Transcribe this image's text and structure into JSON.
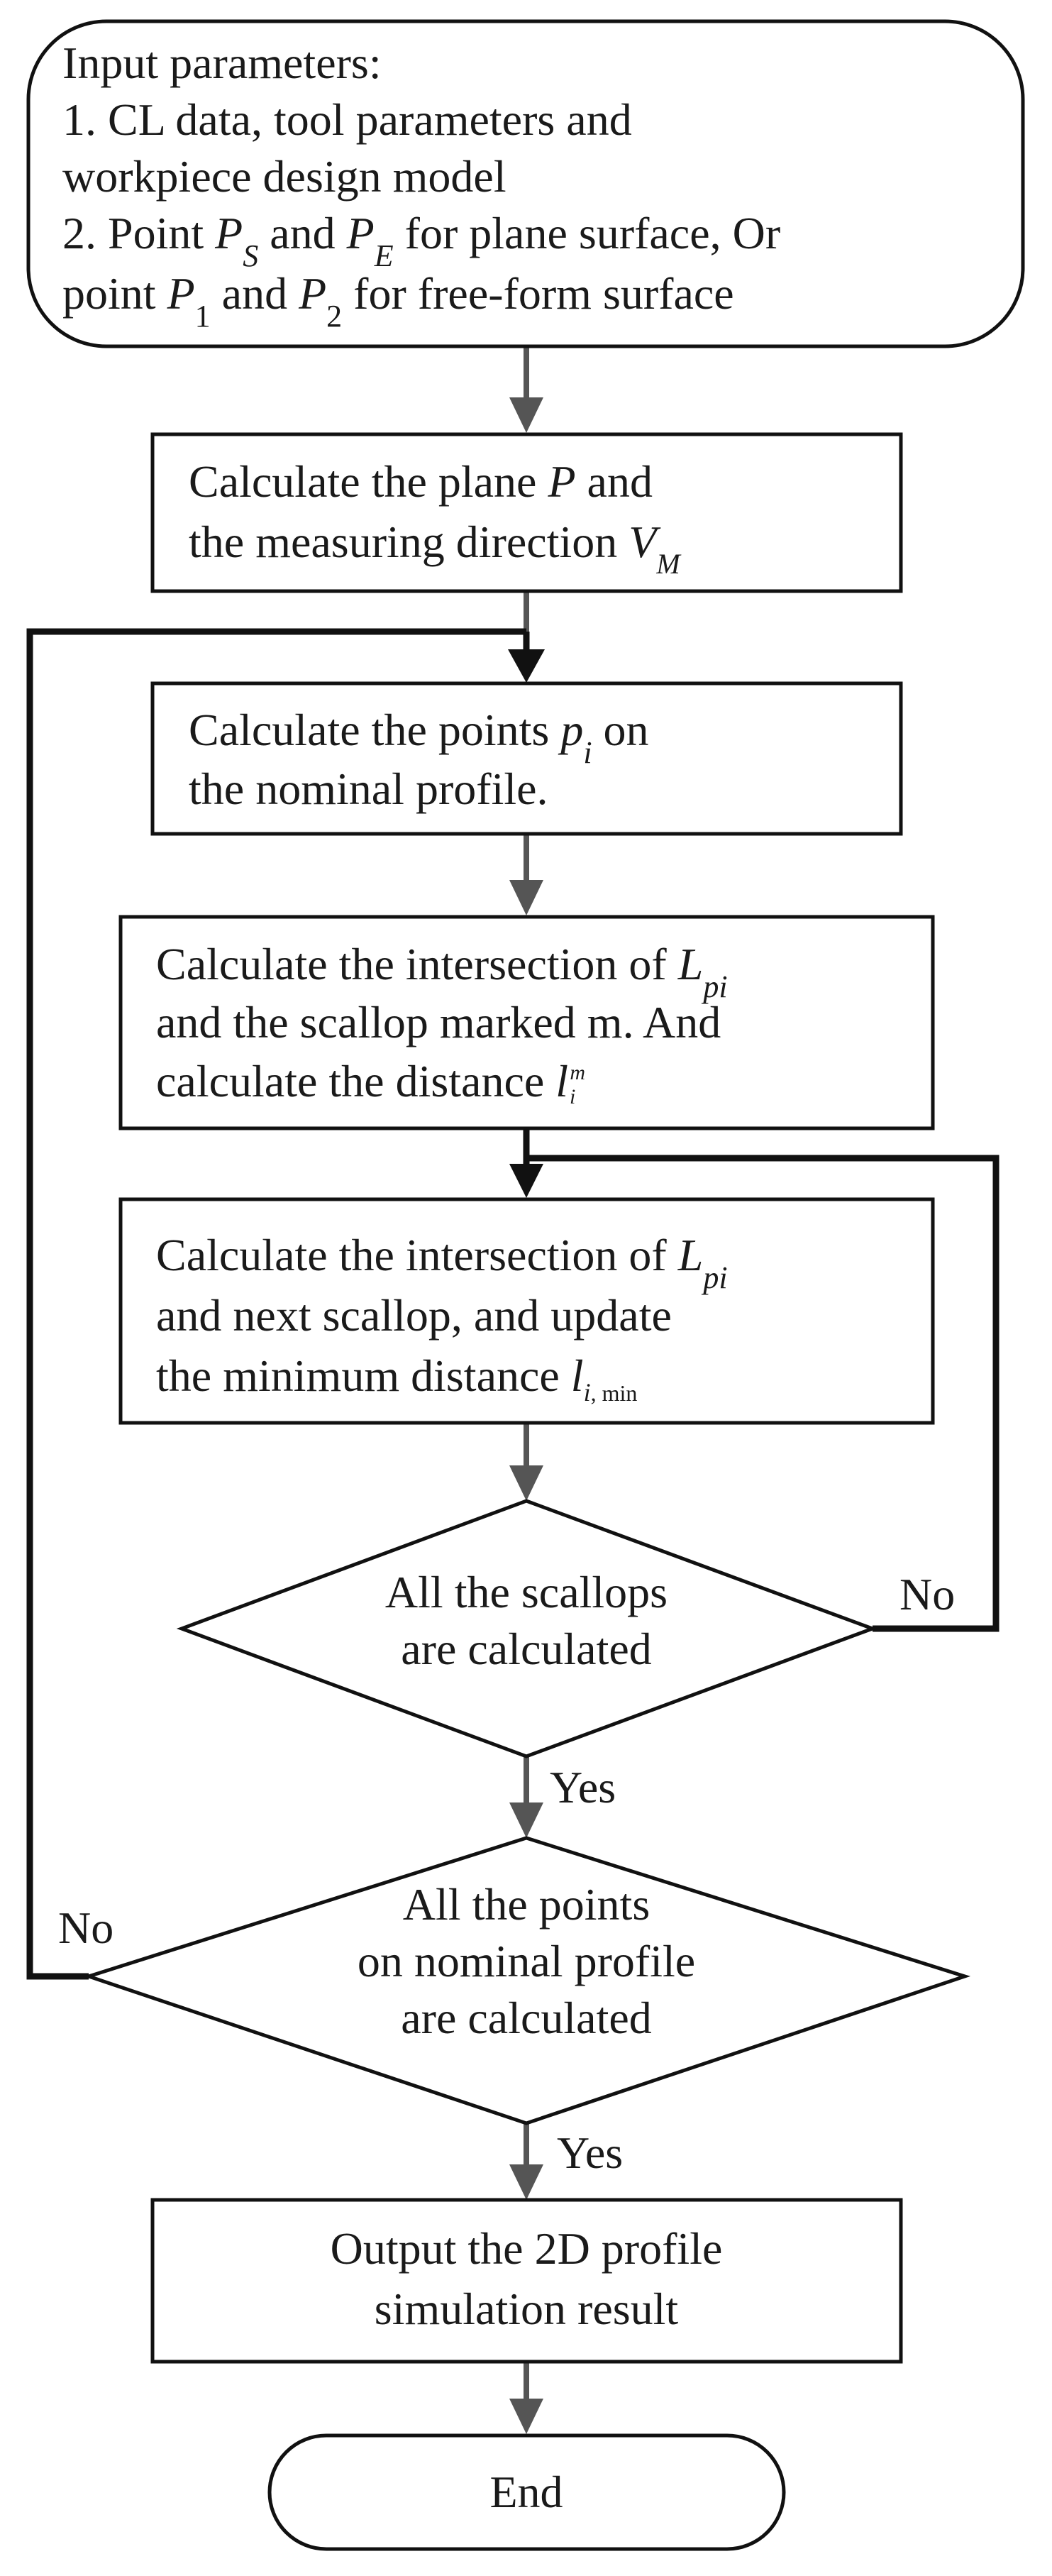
{
  "nodes": {
    "input": {
      "line1": "Input parameters:",
      "line2": "1. CL data, tool parameters and",
      "line3": "workpiece design model",
      "line4": {
        "a": "2. Point ",
        "b": "P",
        "b_sub": "S",
        "c": " and ",
        "d": "P",
        "d_sub": "E",
        "e": " for plane surface, Or"
      },
      "line5": {
        "a": "point ",
        "b": "P",
        "b_sub": "1",
        "c": " and ",
        "d": "P",
        "d_sub": "2",
        "e": " for free-form surface"
      }
    },
    "calc_plane": {
      "line1": {
        "a": "Calculate the plane ",
        "b": "P",
        "c": " and"
      },
      "line2": {
        "a": "the measuring direction ",
        "b": "V",
        "b_sub": "M"
      }
    },
    "calc_points": {
      "line1": {
        "a": "Calculate the points ",
        "b": "p",
        "b_sub": "i",
        "c": " on"
      },
      "line2": "the nominal profile."
    },
    "calc_intersection": {
      "line1": {
        "a": "Calculate the intersection of ",
        "b": "L",
        "b_sub": "pi"
      },
      "line2": "and the scallop marked m. And",
      "line3": {
        "a": "calculate the distance ",
        "b": "l",
        "b_sub": "i",
        "b_sup": "m"
      }
    },
    "calc_next": {
      "line1": {
        "a": "Calculate the intersection of ",
        "b": "L",
        "b_sub": "pi"
      },
      "line2": "and next scallop, and update",
      "line3": {
        "a": "the minimum distance ",
        "b": "l",
        "b_sub_i": "i",
        "b_sub_rest": ", min"
      }
    },
    "decision_scallops": {
      "line1": "All the scallops",
      "line2": "are calculated"
    },
    "decision_points": {
      "line1": "All the points",
      "line2": "on nominal profile",
      "line3": "are calculated"
    },
    "output": {
      "line1": "Output the 2D profile",
      "line2": "simulation result"
    },
    "end": {
      "label": "End"
    }
  },
  "edge_labels": {
    "scallops_no": "No",
    "scallops_yes": "Yes",
    "points_no": "No",
    "points_yes": "Yes"
  }
}
